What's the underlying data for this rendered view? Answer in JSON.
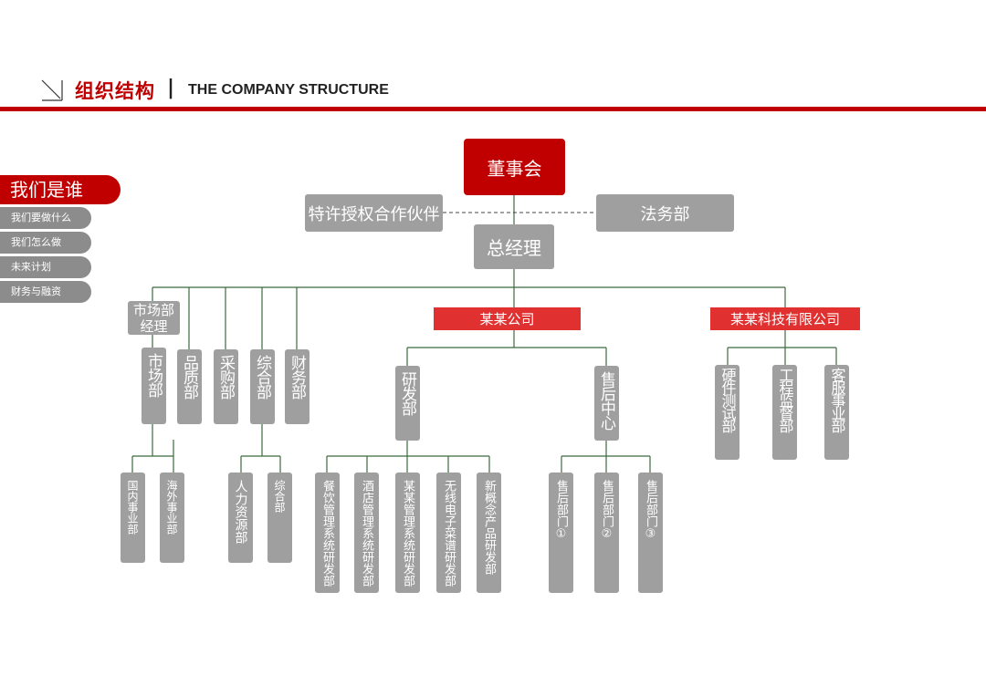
{
  "header": {
    "title_cn": "组织结构",
    "separator": "|",
    "title_en": "THE COMPANY STRUCTURE"
  },
  "sidebar": {
    "items": [
      {
        "label": "我们是谁",
        "active": true
      },
      {
        "label": "我们要做什么",
        "active": false
      },
      {
        "label": "我们怎么做",
        "active": false
      },
      {
        "label": "未来计划",
        "active": false
      },
      {
        "label": "财务与融资",
        "active": false
      }
    ]
  },
  "org": {
    "board": "董事会",
    "partner": "特许授权合作伙伴",
    "legal": "法务部",
    "gm": "总经理",
    "market_manager": "市场部经理",
    "company_a": "某某公司",
    "company_b": "某某科技有限公司",
    "market_depts": [
      "市场部",
      "品质部",
      "采购部",
      "综合部",
      "财务部"
    ],
    "market_sub": [
      "国内事业部",
      "海外事业部"
    ],
    "general_sub": [
      "人力资源部",
      "综合部"
    ],
    "rd": "研发部",
    "after_sales_center": "售后中心",
    "rd_sub": [
      "餐饮管理系统研发部",
      "酒店管理系统研发部",
      "某某管理系统研发部",
      "无线电子菜谱研发部",
      "新概念产品研发部"
    ],
    "after_sales_sub": [
      "售后部门①",
      "售后部门②",
      "售后部门③"
    ],
    "tech_depts": [
      "硬件测试部",
      "工程监督部",
      "客服事业部"
    ]
  },
  "colors": {
    "accent": "#c00000",
    "red_box": "#e03030",
    "gray_box": "#9f9f9f",
    "line": "#3d6b3d"
  }
}
